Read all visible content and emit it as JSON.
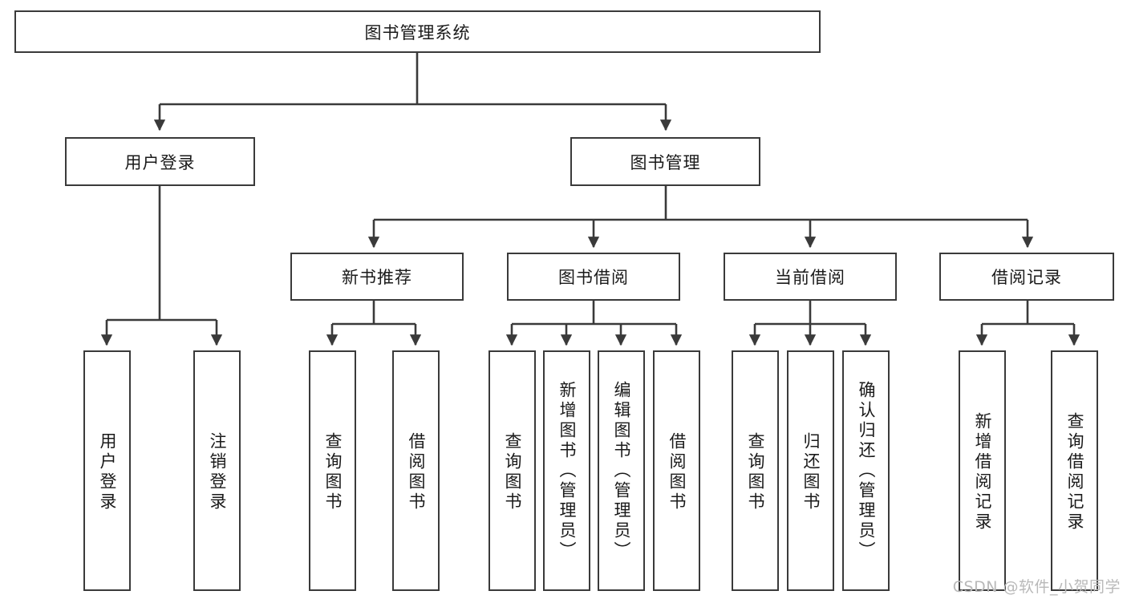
{
  "diagram": {
    "title": "图书管理系统",
    "type": "tree-hierarchy",
    "watermark": "CSDN @软件_小贺同学",
    "colors": {
      "box_border": "#3a3a3a",
      "box_fill": "#ffffff",
      "connector": "#3a3a3a",
      "text": "#1a1a1a",
      "watermark": "#b9b9b9"
    },
    "root": {
      "label": "图书管理系统"
    },
    "level2": [
      {
        "label": "用户登录"
      },
      {
        "label": "图书管理"
      }
    ],
    "level3": [
      {
        "label": "新书推荐"
      },
      {
        "label": "图书借阅"
      },
      {
        "label": "当前借阅"
      },
      {
        "label": "借阅记录"
      }
    ],
    "leaves": {
      "user_login": [
        {
          "label": "用户登录"
        },
        {
          "label": "注销登录"
        }
      ],
      "new_book": [
        {
          "label": "查询图书"
        },
        {
          "label": "借阅图书"
        }
      ],
      "book_borrow": [
        {
          "label": "查询图书"
        },
        {
          "label": "新增图书（管理员）"
        },
        {
          "label": "编辑图书（管理员）"
        },
        {
          "label": "借阅图书"
        }
      ],
      "current_borrow": [
        {
          "label": "查询图书"
        },
        {
          "label": "归还图书"
        },
        {
          "label": "确认归还（管理员）"
        }
      ],
      "borrow_record": [
        {
          "label": "新增借阅记录"
        },
        {
          "label": "查询借阅记录"
        }
      ]
    }
  }
}
